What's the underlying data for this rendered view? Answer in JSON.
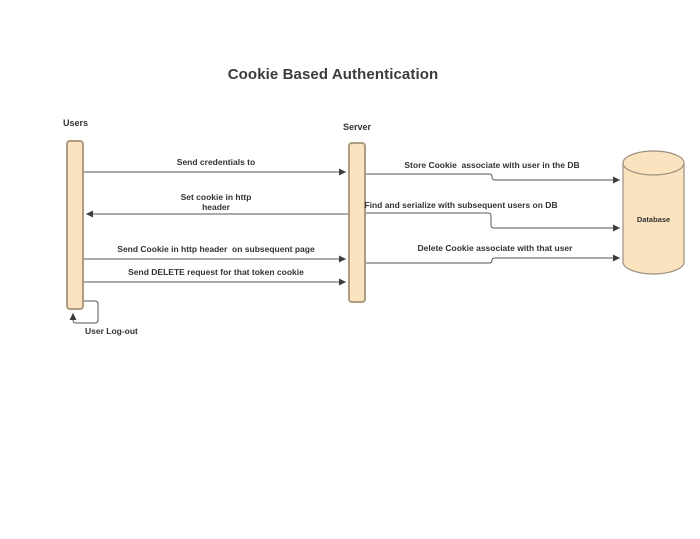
{
  "diagram": {
    "type": "sequence-diagram",
    "title": "Cookie Based Authentication",
    "actors": [
      {
        "id": "users",
        "label": "Users"
      },
      {
        "id": "server",
        "label": "Server"
      },
      {
        "id": "database",
        "label": "Database"
      }
    ],
    "messages": [
      {
        "from": "users",
        "to": "server",
        "label": "Send credentials to"
      },
      {
        "from": "server",
        "to": "database",
        "label": "Store Cookie  associate with user in the DB"
      },
      {
        "from": "server",
        "to": "users",
        "label": "Set cookie in http header"
      },
      {
        "from": "server",
        "to": "database",
        "label": "Find and serialize with subsequent users on DB"
      },
      {
        "from": "users",
        "to": "server",
        "label": "Send Cookie in http header  on subsequent page"
      },
      {
        "from": "server",
        "to": "database",
        "label": "Delete Cookie associate with that user"
      },
      {
        "from": "users",
        "to": "server",
        "label": "Send DELETE request for that token cookie"
      },
      {
        "from": "users",
        "to": "users",
        "label": "User Log-out"
      }
    ]
  },
  "colors": {
    "shape_fill": "#FBE3BF",
    "shape_border": "#AD9C80",
    "cylinder_border": "#9A8F7F",
    "line": "#555555",
    "arrowhead": "#3D3D3D",
    "text": "#333333",
    "title_text": "#3B3B3B",
    "background": "#FFFFFF"
  }
}
